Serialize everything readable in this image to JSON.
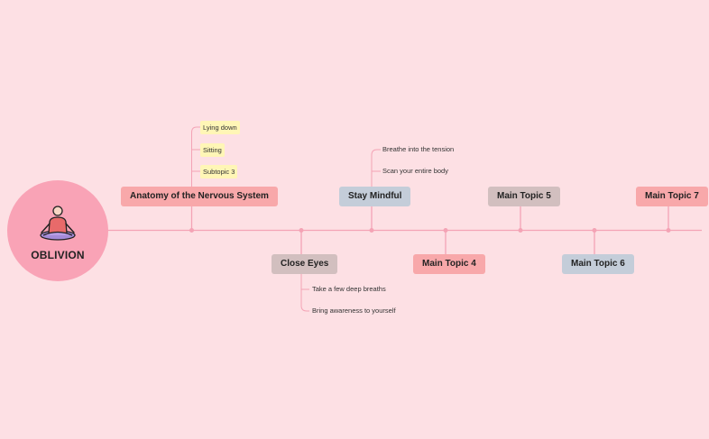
{
  "central": {
    "label": "OBLIVION",
    "icon": "meditation-person-icon"
  },
  "topics": [
    {
      "label": "Anatomy of the Nervous System",
      "subtopics": [
        "Lying down",
        "Sitting",
        "Subtopic 3"
      ]
    },
    {
      "label": "Close Eyes",
      "subtopics": [
        "Take a few deep breaths",
        "Bring awareness to yourself"
      ]
    },
    {
      "label": "Stay Mindful",
      "subtopics": [
        "Breathe into the tension",
        "Scan your entire body"
      ]
    },
    {
      "label": "Main Topic 4",
      "subtopics": []
    },
    {
      "label": "Main Topic 5",
      "subtopics": []
    },
    {
      "label": "Main Topic 6",
      "subtopics": []
    },
    {
      "label": "Main Topic 7",
      "subtopics": []
    }
  ],
  "colors": {
    "background": "#fde0e4",
    "central": "#f9a3b6",
    "line": "#f9a3b6",
    "topic_salmon": "#f8a8aa",
    "topic_blue": "#c4cdd9",
    "topic_taupe": "#d2bfbf",
    "subtopic_yellow": "#fff6b6"
  }
}
